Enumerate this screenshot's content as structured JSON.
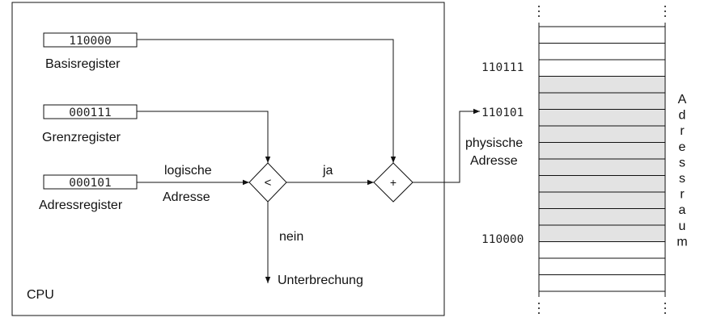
{
  "cpu": {
    "label": "CPU"
  },
  "registers": {
    "basis": {
      "value": "110000",
      "label": "Basisregister"
    },
    "grenz": {
      "value": "000111",
      "label": "Grenzregister"
    },
    "adress": {
      "value": "000101",
      "label": "Adressregister"
    }
  },
  "compare": {
    "symbol": "<",
    "yes_label": "ja",
    "no_label": "nein"
  },
  "adder": {
    "symbol": "+"
  },
  "logical_address": {
    "line1": "logische",
    "line2": "Adresse"
  },
  "interrupt": {
    "label": "Unterbrechung"
  },
  "physical_address": {
    "line1": "physische",
    "line2": "Adresse"
  },
  "memory": {
    "label_letters": [
      "A",
      "d",
      "r",
      "e",
      "s",
      "s",
      "r",
      "a",
      "u",
      "m"
    ],
    "addresses": {
      "top": "110111",
      "pointed": "110101",
      "base": "110000"
    },
    "rows": [
      "white",
      "white",
      "white",
      "grey",
      "grey",
      "grey",
      "grey",
      "grey",
      "grey",
      "grey",
      "grey",
      "grey",
      "grey",
      "white",
      "white",
      "white"
    ]
  }
}
